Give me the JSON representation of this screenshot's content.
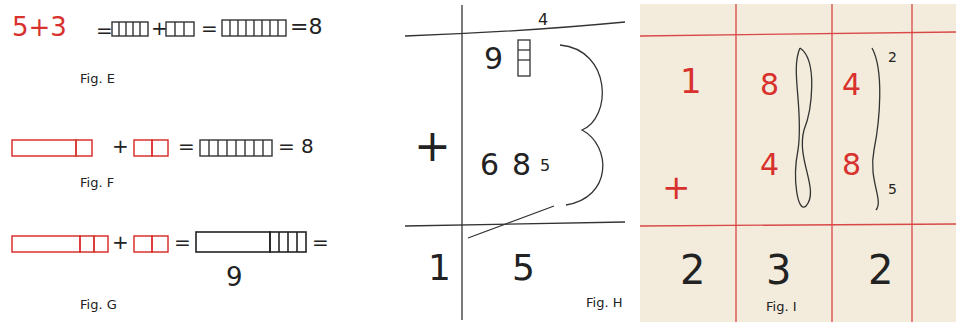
{
  "diagram": {
    "labels": [
      "5+3",
      "=",
      "+",
      "=",
      "=8",
      "Fig. E",
      "+",
      "=",
      "= 8",
      "Fig. F",
      "+",
      "=",
      "=",
      "9",
      "Fig. G",
      "9",
      "4",
      "+",
      "6",
      "8",
      "5",
      "1",
      "5",
      "Fig. H",
      "1",
      "8",
      "4",
      "2",
      "+",
      "4",
      "8",
      "5",
      "2",
      "3",
      "2",
      "Fig. I"
    ]
  }
}
